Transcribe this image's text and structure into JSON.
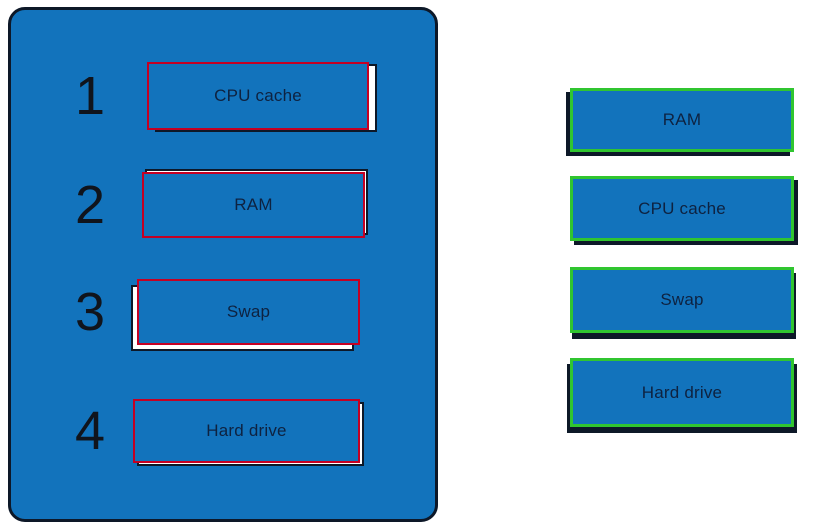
{
  "colors": {
    "panel_blue": "#1273bc",
    "outline_dark": "#0d1828",
    "item_red": "#c50023",
    "option_green": "#30c530",
    "label_navy": "#0e2240",
    "target_white": "#ffffff",
    "page_bg": "#ffffff"
  },
  "left_panel": {
    "slots": [
      {
        "number": "1",
        "label": "CPU cache"
      },
      {
        "number": "2",
        "label": "RAM"
      },
      {
        "number": "3",
        "label": "Swap"
      },
      {
        "number": "4",
        "label": "Hard drive"
      }
    ]
  },
  "right_options": {
    "items": [
      {
        "label": "RAM"
      },
      {
        "label": "CPU cache"
      },
      {
        "label": "Swap"
      },
      {
        "label": "Hard drive"
      }
    ]
  }
}
